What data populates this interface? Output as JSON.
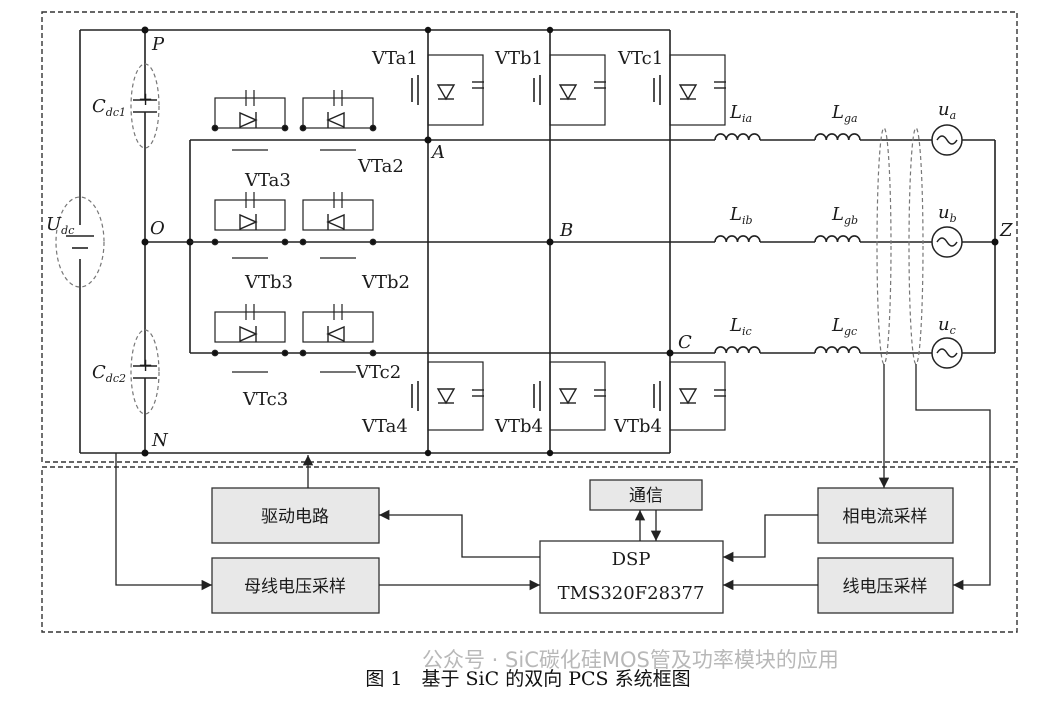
{
  "labels": {
    "P": "P",
    "O": "O",
    "N": "N",
    "A": "A",
    "B": "B",
    "C": "C",
    "Z": "Z",
    "Udc": "U",
    "Udc_sub": "dc",
    "Cdc1": "C",
    "Cdc1_sub": "dc1",
    "Cdc2": "C",
    "Cdc2_sub": "dc2",
    "Lia": "L",
    "Lia_sub": "ia",
    "Lib": "L",
    "Lib_sub": "ib",
    "Lic": "L",
    "Lic_sub": "ic",
    "Lga": "L",
    "Lga_sub": "ga",
    "Lgb": "L",
    "Lgb_sub": "gb",
    "Lgc": "L",
    "Lgc_sub": "gc",
    "ua": "u",
    "ua_sub": "a",
    "ub": "u",
    "ub_sub": "b",
    "uc": "u",
    "uc_sub": "c",
    "VTa1": "VTa1",
    "VTb1": "VTb1",
    "VTc1": "VTc1",
    "VTa2": "VTa2",
    "VTa3": "VTa3",
    "VTb2": "VTb2",
    "VTb3": "VTb3",
    "VTc2": "VTc2",
    "VTc3": "VTc3",
    "VTa4": "VTa4",
    "VTb4": "VTb4",
    "VTc4": "VTb4",
    "plus1": "+",
    "plus2": "+"
  },
  "blocks": {
    "drive": "驱动电路",
    "comm": "通信",
    "dsp_line1": "DSP",
    "dsp_line2": "TMS320F28377",
    "phase_current": "相电流采样",
    "bus_voltage": "母线电压采样",
    "line_voltage": "线电压采样"
  },
  "caption": "图 1　基于 SiC 的双向 PCS 系统框图",
  "watermark": "公众号 · SiC碳化硅MOS管及功率模块的应用"
}
